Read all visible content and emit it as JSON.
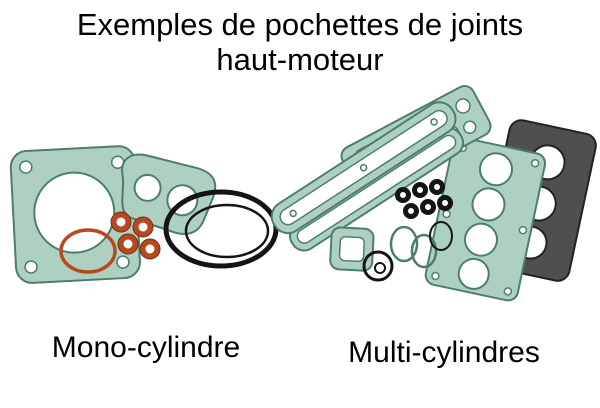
{
  "title": {
    "line1": "Exemples de pochettes de joints",
    "line2": "haut-moteur"
  },
  "captions": {
    "mono": "Mono-cylindre",
    "multi": "Multi-cylindres"
  },
  "illustration": {
    "colors": {
      "gasket_teal": "#aed0c0",
      "gasket_teal_dark": "#4e7d6c",
      "copper": "#b5491f",
      "copper_dark": "#7c2c10",
      "ring_black": "#141414",
      "gray_gasket": "#4f4f4f",
      "gray_gasket_dark": "#222222"
    }
  }
}
